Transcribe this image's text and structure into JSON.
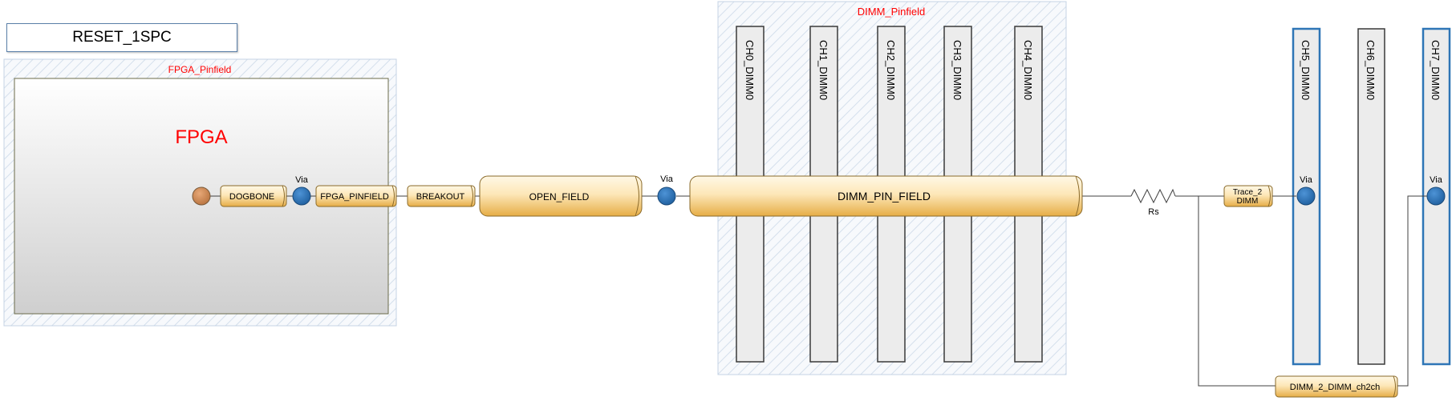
{
  "diagram": {
    "title": "RESET_1SPC",
    "regions": {
      "fpga_pinfield": "FPGA_Pinfield",
      "dimm_pinfield": "DIMM_Pinfield",
      "fpga": "FPGA"
    },
    "segments": {
      "dogbone": "DOGBONE",
      "fpga_pinfield": "FPGA_PINFIELD",
      "breakout": "BREAKOUT",
      "open_field": "OPEN_FIELD",
      "dimm_pin_field": "DIMM_PIN_FIELD",
      "trace_line1": "Trace_2",
      "trace_line2": "DIMM",
      "dimm_2_dimm": "DIMM_2_DIMM_ch2ch"
    },
    "resistor": "Rs",
    "via_label": "Via",
    "dimms": [
      "CH0_DIMM0",
      "CH1_DIMM0",
      "CH2_DIMM0",
      "CH3_DIMM0",
      "CH4_DIMM0",
      "CH5_DIMM0",
      "CH6_DIMM0",
      "CH7_DIMM0"
    ],
    "colors": {
      "segment_light": "#fff6df",
      "segment_dark": "#e8b24c",
      "via": "#2e75b6",
      "source": "#d99058",
      "region_label": "#ff0000",
      "highlight_border": "#2e75b6"
    }
  }
}
